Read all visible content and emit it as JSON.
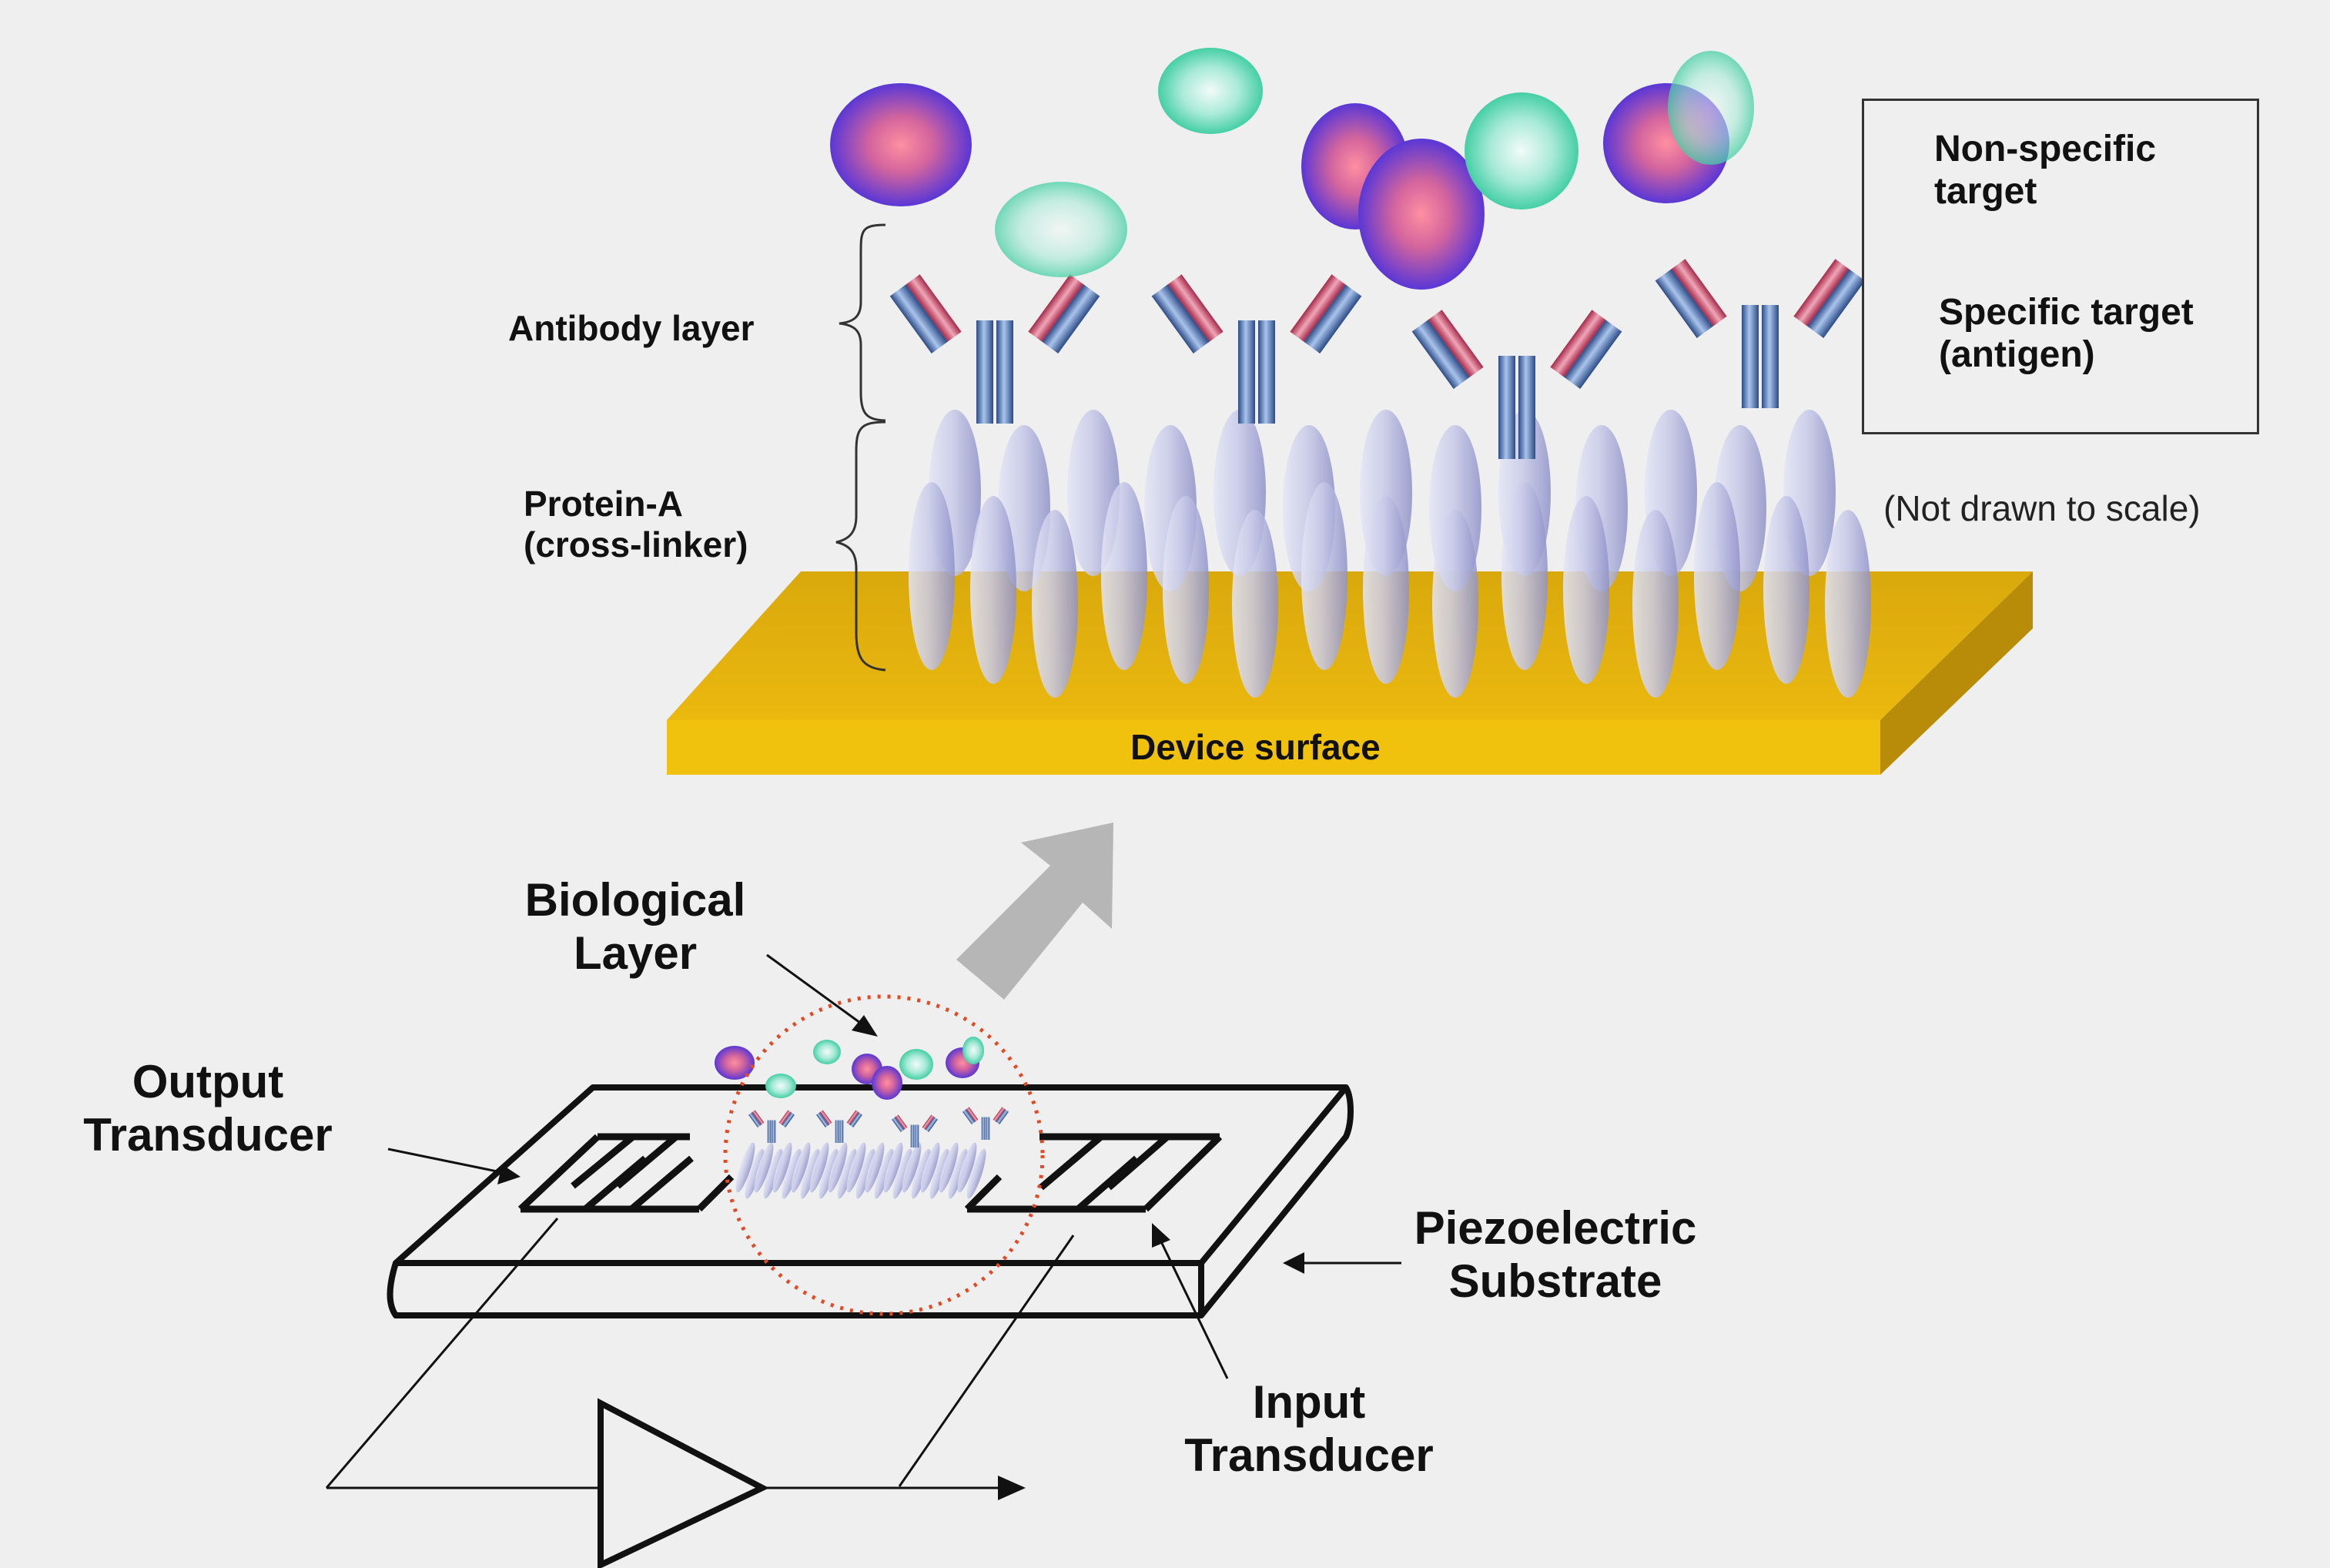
{
  "labels": {
    "antibody_layer": "Antibody layer",
    "protein_a_line1": "Protein-A",
    "protein_a_line2": "(cross-linker)",
    "device_surface": "Device surface",
    "biological_layer_line1": "Biological",
    "biological_layer_line2": "Layer",
    "output_transducer_line1": "Output",
    "output_transducer_line2": "Transducer",
    "piezoelectric_line1": "Piezoelectric",
    "piezoelectric_line2": "Substrate",
    "input_transducer_line1": "Input",
    "input_transducer_line2": "Transducer",
    "not_to_scale": "(Not drawn to scale)"
  },
  "legend": {
    "non_specific_line1": "Non-specific",
    "non_specific_line2": "target",
    "specific_line1": "Specific target",
    "specific_line2": "(antigen)"
  },
  "colors": {
    "background": "#efefef",
    "device_surface": "#e3b20a",
    "protein_a": "#c9cbe8",
    "antibody": "#3b5f9a",
    "antibody_tip": "#c0425e",
    "specific_target": "#6a3fd0",
    "specific_target_core": "#f0789a",
    "non_specific_target": "#5fd6b2",
    "arrow": "#b5b5b5",
    "highlight_circle": "#e8502a"
  }
}
